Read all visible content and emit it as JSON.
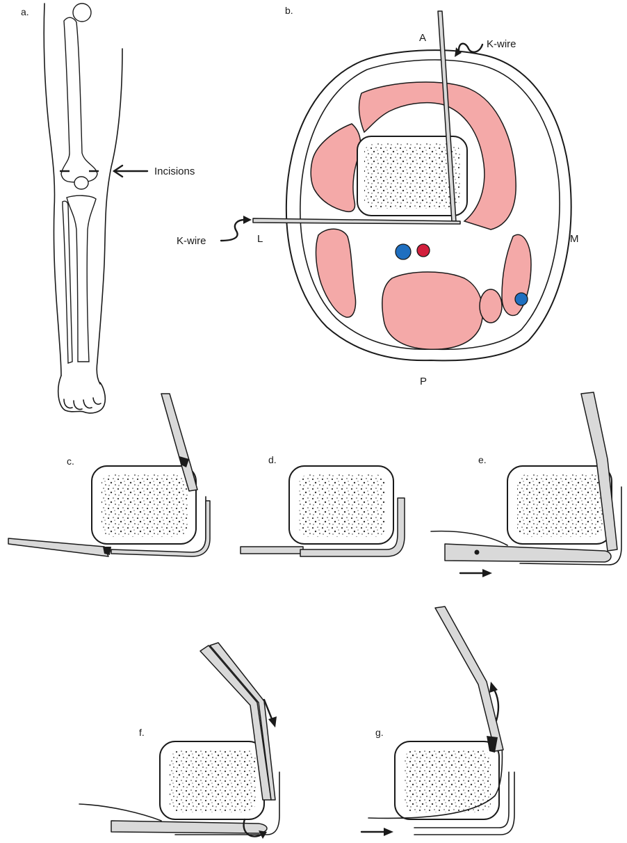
{
  "panels": {
    "a": {
      "label": "a.",
      "callout": "Incisions"
    },
    "b": {
      "label": "b.",
      "anterior": "A",
      "posterior": "P",
      "lateral": "L",
      "medial": "M",
      "kwire_top": "K-wire",
      "kwire_left": "K-wire"
    },
    "c": {
      "label": "c."
    },
    "d": {
      "label": "d."
    },
    "e": {
      "label": "e."
    },
    "f": {
      "label": "f."
    },
    "g": {
      "label": "g."
    }
  },
  "colors": {
    "muscle": "#f4a9a8",
    "vein": "#1f6fc0",
    "artery": "#d21f3c",
    "outline": "#1a1a1a"
  }
}
